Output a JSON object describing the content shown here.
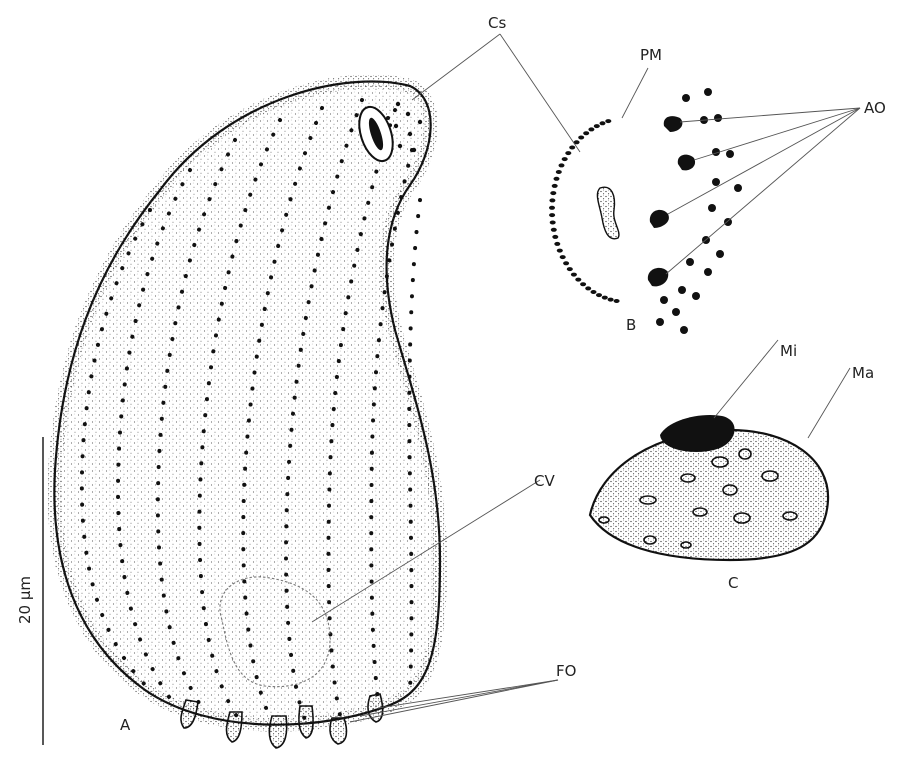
{
  "labels": {
    "cs": "Cs",
    "pm": "PM",
    "ao": "AO",
    "mi": "Mi",
    "ma": "Ma",
    "cv": "CV",
    "fo": "FO",
    "a": "A",
    "b": "B",
    "c": "C"
  },
  "scale_bar": {
    "label": "20 µm"
  }
}
